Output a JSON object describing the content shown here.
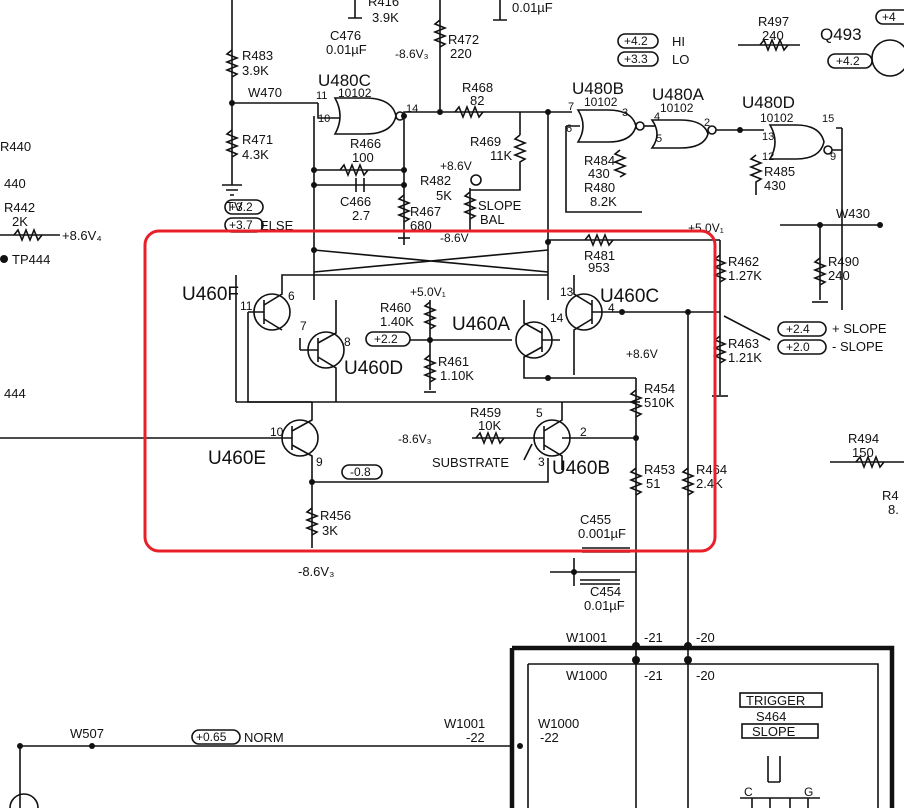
{
  "colors": {
    "ink": "#111111",
    "highlight": "#e8202a",
    "paper": "#ffffff"
  },
  "components": {
    "r483": {
      "ref": "R483",
      "val": "3.9K"
    },
    "r471": {
      "ref": "R471",
      "val": "4.3K"
    },
    "r472": {
      "ref": "R472",
      "val": "220"
    },
    "r416": {
      "ref": "R416",
      "val": "3.9K"
    },
    "c476": {
      "ref": "C476",
      "val": "0.01µF"
    },
    "c_top": {
      "val": "0.01µF"
    },
    "r468": {
      "ref": "R468",
      "val": "82"
    },
    "r469": {
      "ref": "R469",
      "val": "11K"
    },
    "r466": {
      "ref": "R466",
      "val": "100"
    },
    "c466": {
      "ref": "C466",
      "val": "2.7"
    },
    "r482": {
      "ref": "R482",
      "val": "5K"
    },
    "r467": {
      "ref": "R467",
      "val": "680"
    },
    "r484": {
      "ref": "R484",
      "val": "430"
    },
    "r480": {
      "ref": "R480",
      "val": "8.2K"
    },
    "r485": {
      "ref": "R485",
      "val": "430"
    },
    "r497": {
      "ref": "R497",
      "val": "240"
    },
    "r481": {
      "ref": "R481",
      "val": "953"
    },
    "r462": {
      "ref": "R462",
      "val": "1.27K"
    },
    "r490": {
      "ref": "R490",
      "val": "240"
    },
    "r463": {
      "ref": "R463",
      "val": "1.21K"
    },
    "r460": {
      "ref": "R460",
      "val": "1.40K"
    },
    "r461": {
      "ref": "R461",
      "val": "1.10K"
    },
    "r459": {
      "ref": "R459",
      "val": "10K"
    },
    "r454": {
      "ref": "R454",
      "val": "510K"
    },
    "r453": {
      "ref": "R453",
      "val": "51"
    },
    "r464": {
      "ref": "R464",
      "val": "2.4K"
    },
    "r456": {
      "ref": "R456",
      "val": "3K"
    },
    "r494": {
      "ref": "R494",
      "val": "150"
    },
    "r440": {
      "ref": "R440"
    },
    "r442": {
      "ref": "R442",
      "val": "2K"
    },
    "c455": {
      "ref": "C455",
      "val": "0.001µF"
    },
    "c454": {
      "ref": "C454",
      "val": "0.01µF"
    },
    "r_edge": {
      "ref": "R4",
      "val": "8."
    }
  },
  "ics": {
    "u480c": {
      "ref": "U480C",
      "part": "10102"
    },
    "u480b": {
      "ref": "U480B",
      "part": "10102"
    },
    "u480a": {
      "ref": "U480A",
      "part": "10102"
    },
    "u480d": {
      "ref": "U480D",
      "part": "10102"
    }
  },
  "transistors": {
    "q493": "Q493",
    "u460f": "U460F",
    "u460d": "U460D",
    "u460a": "U460A",
    "u460c": "U460C",
    "u460e": "U460E",
    "u460b": "U460B"
  },
  "labels": {
    "w470": "W470",
    "w430": "W430",
    "w507": "W507",
    "w1001": "W1001",
    "w1000": "W1000",
    "tp444": "TP444",
    "slope_bal_1": "SLOPE",
    "slope_bal_2": "BAL",
    "substrate": "SUBSTRATE",
    "v_neg86_3a": "-8.6V₃",
    "v_neg86_3b": "-8.6V₃",
    "v_neg86_3c": "-8.6V₃",
    "v_pos86_4": "+8.6V₄",
    "v_pos86_a": "+8.6V",
    "v_pos86_b": "+8.6V",
    "v_5a": "+5.0V₁",
    "v_5b": "+5.0V₁",
    "v_partial": "-8.6V",
    "hi": "HI",
    "lo": "LO",
    "tv": "TV",
    "else": "ELSE",
    "plus_slope": "+ SLOPE",
    "minus_slope": "- SLOPE",
    "norm": "NORM",
    "a440": "440",
    "a444": "444",
    "trigger": "TRIGGER",
    "s464": "S464",
    "slope_box": "SLOPE",
    "c": "C",
    "g": "G"
  },
  "bubbles": {
    "b42": "+4.2",
    "b33": "+3.3",
    "b42b": "+4.2",
    "b32": "+3.2",
    "b37": "+3.7",
    "b22": "+2.2",
    "b08": "-0.8",
    "b24": "+2.4",
    "b20": "+2.0",
    "b065": "+0.65",
    "bq": "+4"
  },
  "pins": {
    "p11a": "11",
    "p10a": "10",
    "p14a": "14",
    "p7b": "7",
    "p6b": "6",
    "p3b": "3",
    "p4a": "4",
    "p5a": "5",
    "p2a": "2",
    "p13d": "13",
    "p12d": "12",
    "p15d": "15",
    "p9d": "9",
    "f11": "11",
    "f6": "6",
    "d7": "7",
    "d8": "8",
    "a14": "14",
    "c13": "13",
    "c4": "4",
    "e10": "10",
    "e9": "9",
    "b5": "5",
    "b2": "2",
    "b3": "3"
  },
  "connectors": {
    "n21a": "-21",
    "n20a": "-20",
    "n21b": "-21",
    "n20b": "-20",
    "n22a": "-22",
    "n22b": "-22"
  }
}
